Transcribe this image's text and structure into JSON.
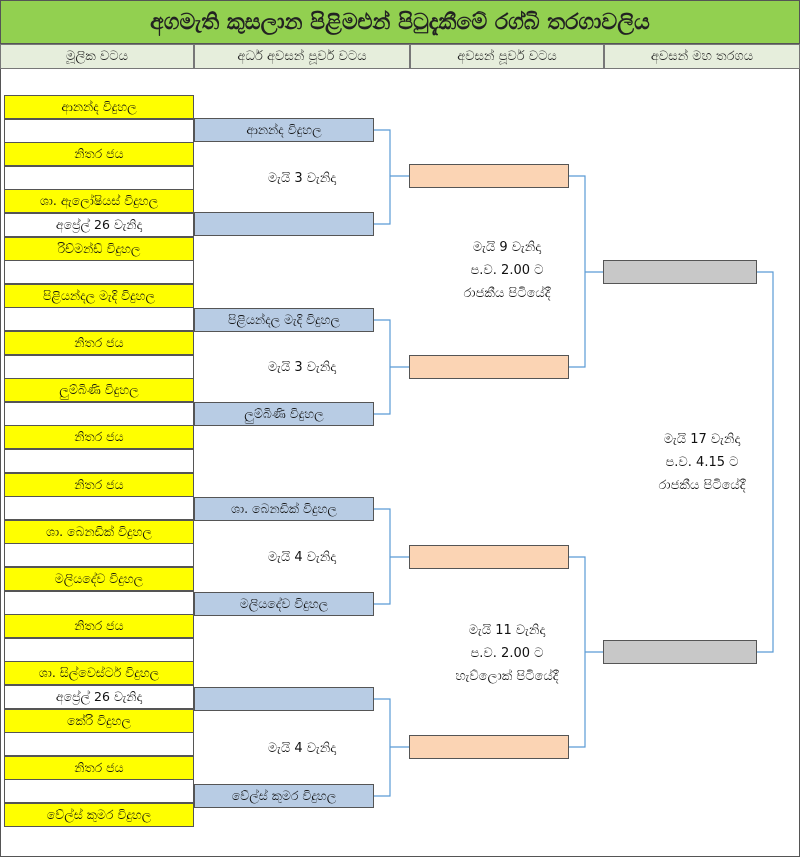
{
  "title": "අගමැති කුසලාන පිළිමළුන් පිටුදැකීමේ රග්බි තරගාවලිය",
  "headers": [
    "මූලික වටය",
    "අර්ධ අවසන් පූර්ව වටය",
    "අවසන් පූර්ව වටය",
    "අවසන් මහ තරගය"
  ],
  "round1": [
    "ආනන්ද විදුහල",
    "",
    "නිතර ජය",
    "",
    "ශා. ඇලෝෂියස් විදුහල",
    "අප්‍රේල් 26 වැනිදා",
    "රිච්මන්ඩ් විදුහල",
    "",
    "පිළියන්දල මැදි විදුහල",
    "",
    "නිතර ජය",
    "",
    "ලුම්බිණි විදුහල",
    "",
    "නිතර ජය",
    "",
    "නිතර ජය",
    "",
    "ශා. බෙනඩික් විදුහල",
    "",
    "මලියදේව විදුහල",
    "",
    "නිතර ජය",
    "",
    "ශා. සිල්වෙස්ටර් විදුහල",
    "අප්‍රේල් 26 වැනිදා",
    "කේරි විදුහල",
    "",
    "නිතර ජය",
    "",
    "වේල්ස් කුමර විදුහල"
  ],
  "round2": [
    "ආනන්ද විදුහල",
    "",
    "පිළියන්දල මැදි විදුහල",
    "ලුම්බිණි විදුහල",
    "ශා. බෙනඩික් විදුහල",
    "මලියදේව විදුහල",
    "",
    "වේල්ස් කුමර විදුහල"
  ],
  "round2_dates": [
    "මැයි 3 වැනිදා",
    "මැයි 3 වැනිදා",
    "මැයි 4 වැනිදා",
    "මැයි 4 වැනිදා"
  ],
  "semi_notes": [
    [
      "මැයි 9 වැනිදා",
      "ප.ව. 2.00 ට",
      "රාජකීය පිටියේදී"
    ],
    [
      "මැයි 11 වැනිදා",
      "ප.ව. 2.00 ට",
      "හැව්ලොක් පිටියේදී"
    ]
  ],
  "final_note": [
    "මැයි 17 වැනිදා",
    "ප.ව. 4.15 ට",
    "රාජකීය පිටියේදී"
  ],
  "colors": {
    "title_bg": "#92d050",
    "round1": "#ffff00",
    "round2": "#b8cce4",
    "semi": "#fbd4b4",
    "final": "#c8c8c8",
    "lines": "#5b9bd5"
  }
}
